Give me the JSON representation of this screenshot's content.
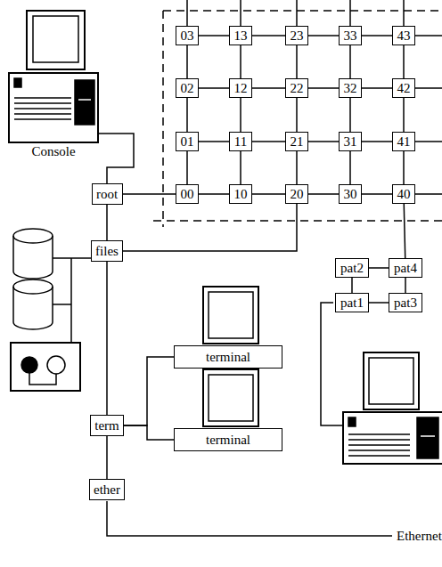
{
  "diagram": {
    "nodes": [
      {
        "text": [
          "03"
        ]
      },
      {
        "text": [
          "13"
        ]
      },
      {
        "text": [
          "23"
        ]
      },
      {
        "text": [
          "33"
        ]
      },
      {
        "text": [
          "43"
        ]
      },
      {
        "text": [
          "02"
        ]
      },
      {
        "text": [
          "12"
        ]
      },
      {
        "text": [
          "22"
        ]
      },
      {
        "text": [
          "32"
        ]
      },
      {
        "text": [
          "42"
        ]
      },
      {
        "text": [
          "01"
        ]
      },
      {
        "text": [
          "11"
        ]
      },
      {
        "text": [
          "21"
        ]
      },
      {
        "text": [
          "31"
        ]
      },
      {
        "text": [
          "41"
        ]
      },
      {
        "text": [
          "root"
        ]
      },
      {
        "text": [
          "00"
        ]
      },
      {
        "text": [
          "10"
        ]
      },
      {
        "text": [
          "20"
        ]
      },
      {
        "text": [
          "30"
        ]
      },
      {
        "text": [
          "40"
        ]
      },
      {
        "text": [
          "files"
        ]
      },
      {
        "text": [
          "pat2"
        ]
      },
      {
        "text": [
          "pat4"
        ]
      },
      {
        "text": [
          "pat1"
        ]
      },
      {
        "text": [
          "pat3"
        ]
      },
      {
        "text": [
          "terminal"
        ]
      },
      {
        "text": [
          "term"
        ]
      },
      {
        "text": [
          "terminal"
        ]
      },
      {
        "text": [
          "ether"
        ]
      }
    ],
    "edges": [
      {
        "from": 0,
        "to": 1,
        "arrow": "none"
      },
      {
        "from": 1,
        "to": 2,
        "arrow": "none"
      },
      {
        "from": 2,
        "to": 3,
        "arrow": "none"
      },
      {
        "from": 3,
        "to": 4,
        "arrow": "none"
      },
      {
        "from": 5,
        "to": 6,
        "arrow": "none"
      },
      {
        "from": 6,
        "to": 7,
        "arrow": "none"
      },
      {
        "from": 7,
        "to": 8,
        "arrow": "none"
      },
      {
        "from": 8,
        "to": 9,
        "arrow": "none"
      },
      {
        "from": 10,
        "to": 11,
        "arrow": "none"
      },
      {
        "from": 11,
        "to": 12,
        "arrow": "none"
      },
      {
        "from": 12,
        "to": 13,
        "arrow": "none"
      },
      {
        "from": 13,
        "to": 14,
        "arrow": "none"
      },
      {
        "from": 16,
        "to": 17,
        "arrow": "none"
      },
      {
        "from": 17,
        "to": 18,
        "arrow": "none"
      },
      {
        "from": 18,
        "to": 19,
        "arrow": "none"
      },
      {
        "from": 19,
        "to": 20,
        "arrow": "none"
      },
      {
        "from": 0,
        "to": 5,
        "arrow": "none"
      },
      {
        "from": 5,
        "to": 10,
        "arrow": "none"
      },
      {
        "from": 10,
        "to": 16,
        "arrow": "none"
      },
      {
        "from": 1,
        "to": 6,
        "arrow": "none"
      },
      {
        "from": 6,
        "to": 11,
        "arrow": "none"
      },
      {
        "from": 11,
        "to": 17,
        "arrow": "none"
      },
      {
        "from": 2,
        "to": 7,
        "arrow": "none"
      },
      {
        "from": 7,
        "to": 12,
        "arrow": "none"
      },
      {
        "from": 12,
        "to": 18,
        "arrow": "none"
      },
      {
        "from": 3,
        "to": 8,
        "arrow": "none"
      },
      {
        "from": 8,
        "to": 13,
        "arrow": "none"
      },
      {
        "from": 13,
        "to": 19,
        "arrow": "none"
      },
      {
        "from": 4,
        "to": 9,
        "arrow": "none"
      },
      {
        "from": 9,
        "to": 14,
        "arrow": "none"
      },
      {
        "from": 14,
        "to": 20,
        "arrow": "none"
      },
      {
        "from": 15,
        "to": 16,
        "arrow": "none"
      },
      {
        "from": 15,
        "to": 21,
        "arrow": "none"
      },
      {
        "from": 21,
        "to": 18,
        "arrow": "none"
      },
      {
        "from": 20,
        "to": 23,
        "arrow": "none"
      },
      {
        "from": 22,
        "to": 23,
        "arrow": "none"
      },
      {
        "from": 22,
        "to": 24,
        "arrow": "none"
      },
      {
        "from": 23,
        "to": 25,
        "arrow": "none"
      },
      {
        "from": 24,
        "to": 25,
        "arrow": "none"
      },
      {
        "from": 21,
        "to": 27,
        "arrow": "none"
      },
      {
        "from": 27,
        "to": 26,
        "arrow": "none"
      },
      {
        "from": 27,
        "to": 28,
        "arrow": "none"
      },
      {
        "from": 27,
        "to": 29,
        "arrow": "none"
      }
    ],
    "labels": [
      "Console",
      "Ethernet"
    ]
  }
}
